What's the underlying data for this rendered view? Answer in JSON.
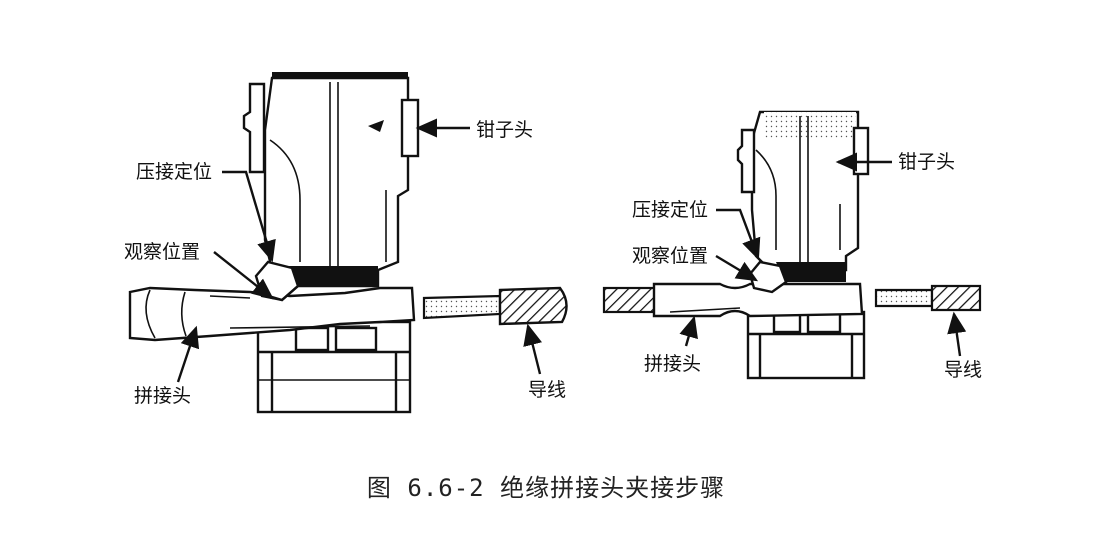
{
  "left": {
    "labels": {
      "jaw_head": "钳子头",
      "crimp_locator": "压接定位",
      "observe_position": "观察位置",
      "splice": "拼接头",
      "wire": "导线"
    }
  },
  "right": {
    "labels": {
      "jaw_head": "钳子头",
      "crimp_locator": "压接定位",
      "observe_position": "观察位置",
      "splice": "拼接头",
      "wire": "导线"
    }
  },
  "caption": "图 6.6-2 绝缘拼接头夹接步骤"
}
